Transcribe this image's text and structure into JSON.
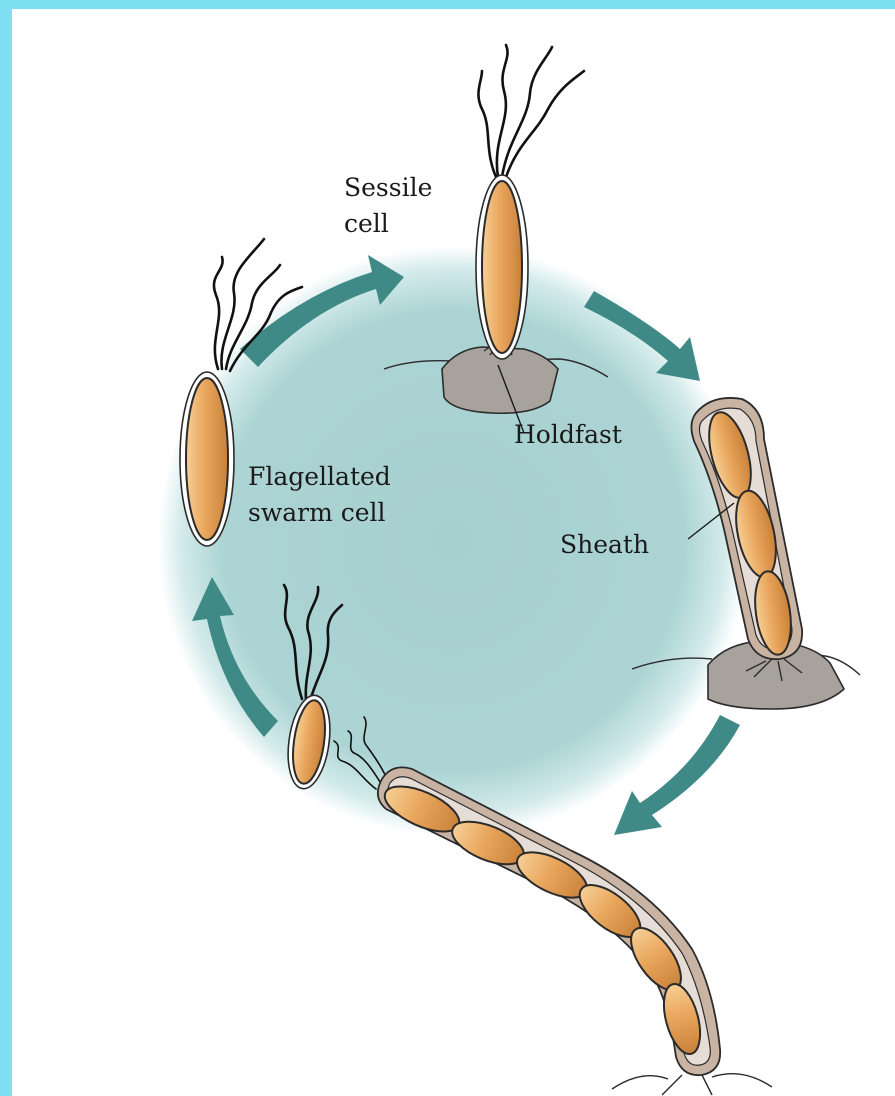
{
  "labels": {
    "sessile_line1": "Sessile",
    "sessile_line2": "cell",
    "holdfast": "Holdfast",
    "flagellated_line1": "Flagellated",
    "flagellated_line2": "swarm cell",
    "sheath": "Sheath"
  },
  "colors": {
    "border": "#7fe0f2",
    "background_disc": "#a9d3d3",
    "arrow": "#3f8a86",
    "cell_fill": "#e9a45c",
    "ground": "#a8a29c"
  }
}
